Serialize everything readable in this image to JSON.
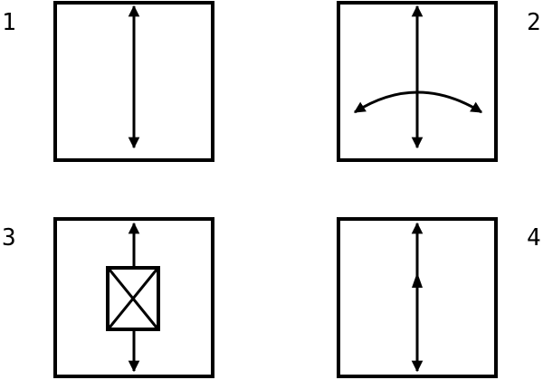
{
  "colors": {
    "stroke": "#000000",
    "background": "#ffffff"
  },
  "panels": [
    {
      "number": "1",
      "symbol": "double-arrow-icon"
    },
    {
      "number": "2",
      "symbol": "double-arrow-with-curved-arc-icon"
    },
    {
      "number": "3",
      "symbol": "double-arrow-with-crossed-box-icon"
    },
    {
      "number": "4",
      "symbol": "double-arrow-with-midpoint-arrow-icon"
    }
  ]
}
